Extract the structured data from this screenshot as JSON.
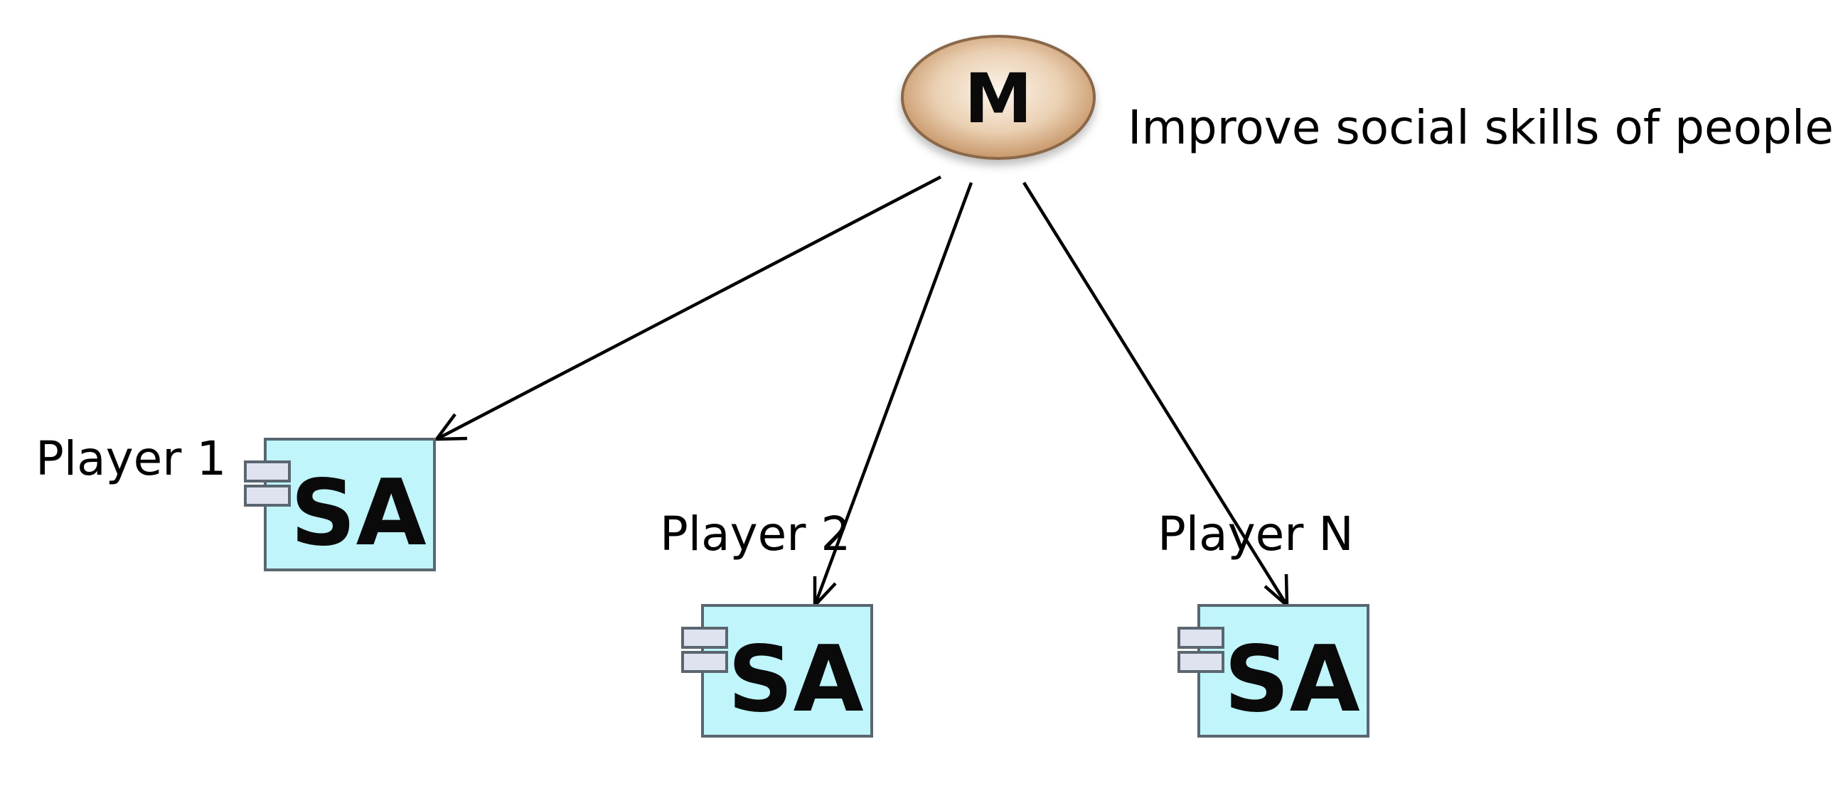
{
  "colors": {
    "mission_fill_center": "#fdf5ec",
    "mission_fill_edge": "#c8976a",
    "mission_stroke": "#8a6748",
    "agent_fill": "#bff5fb",
    "agent_stroke": "#5a6670",
    "agent_port_fill": "#dfe3f0",
    "edge": "#000000"
  },
  "mission": {
    "icon": "M",
    "label": "Improve social skills of people"
  },
  "agents": [
    {
      "icon": "SA",
      "label": "Player 1"
    },
    {
      "icon": "SA",
      "label": "Player 2"
    },
    {
      "icon": "SA",
      "label": "Player N"
    }
  ],
  "edges": [
    {
      "from": "mission",
      "to": "Player 1"
    },
    {
      "from": "mission",
      "to": "Player 2"
    },
    {
      "from": "mission",
      "to": "Player N"
    }
  ]
}
